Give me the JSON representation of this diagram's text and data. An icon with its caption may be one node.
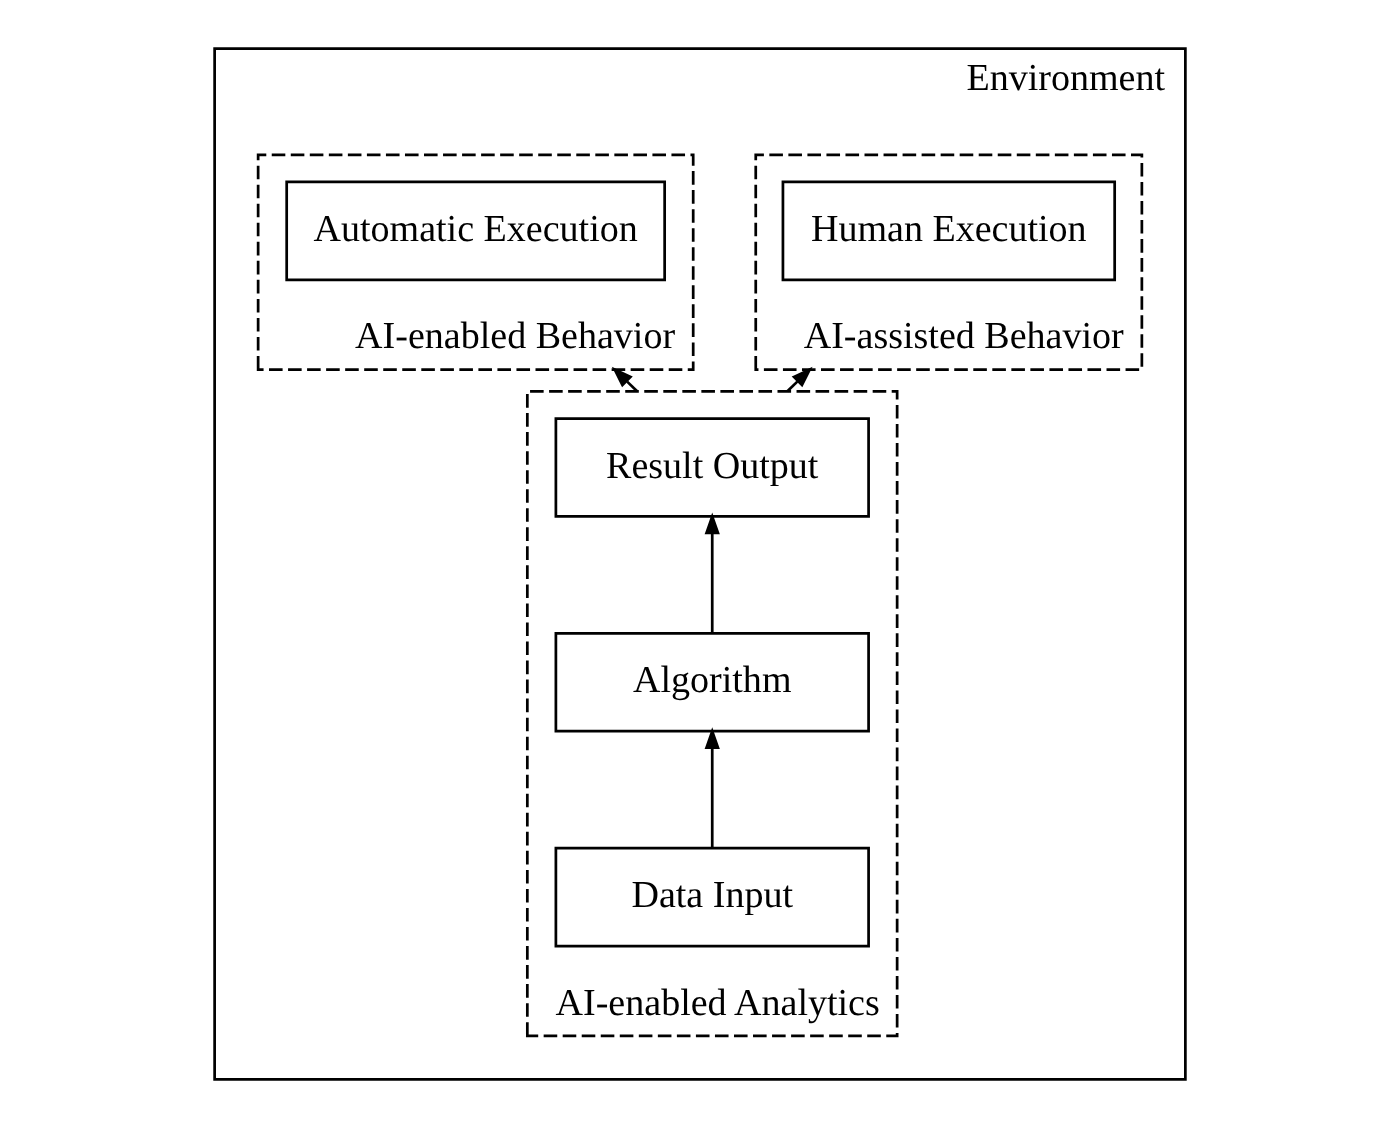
{
  "diagram": {
    "nodes": [
      {
        "text": [
          "Environment"
        ]
      },
      {
        "text": [
          "AI-enabled Behavior"
        ],
        "in": 0
      },
      {
        "text": [
          "Automatic Execution"
        ],
        "in": 1
      },
      {
        "text": [
          "AI-assisted Behavior"
        ],
        "in": 0
      },
      {
        "text": [
          "Human Execution"
        ],
        "in": 3
      },
      {
        "text": [
          "AI-enabled Analytics"
        ],
        "in": 0
      },
      {
        "text": [
          "Result Output"
        ],
        "in": 5
      },
      {
        "text": [
          "Algorithm"
        ],
        "in": 5
      },
      {
        "text": [
          "Data Input"
        ],
        "in": 5
      }
    ],
    "edges": [
      {
        "from": 5,
        "to": 1,
        "arrow": "to"
      },
      {
        "from": 5,
        "to": 3,
        "arrow": "to"
      },
      {
        "from": 8,
        "to": 7,
        "arrow": "to"
      },
      {
        "from": 7,
        "to": 6,
        "arrow": "to"
      }
    ]
  }
}
